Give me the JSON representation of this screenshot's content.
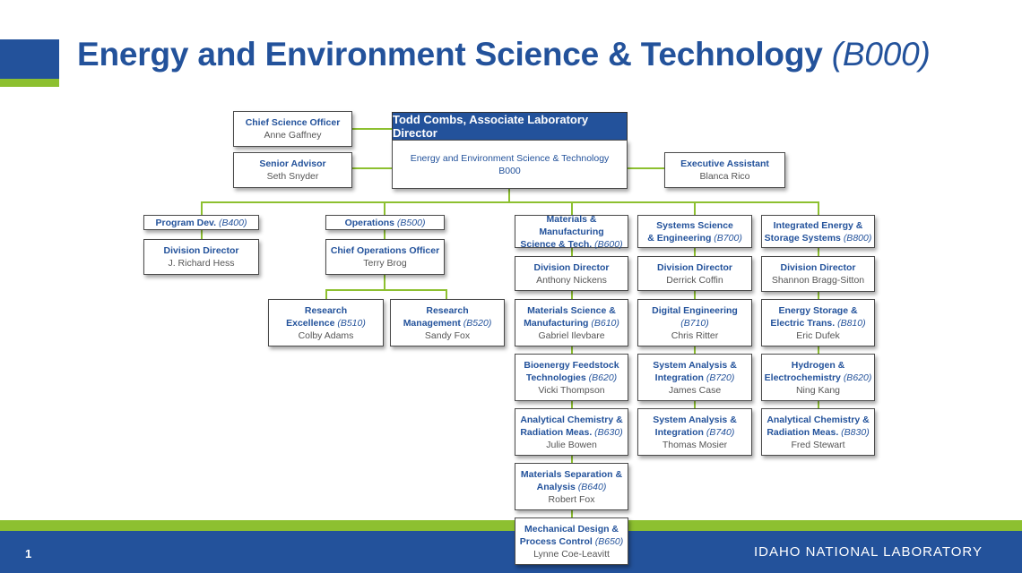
{
  "slide": {
    "title": "Energy and Environment Science & Technology",
    "title_code": "(B000)",
    "page_number": "1",
    "footer_brand": "IDAHO NATIONAL LABORATORY",
    "colors": {
      "primary_blue": "#23529b",
      "accent_green": "#8dc030"
    }
  },
  "org": {
    "director": {
      "name_title": "Todd Combs, Associate Laboratory Director",
      "org_name": "Energy and Environment Science & Technology",
      "org_code": "B000"
    },
    "chief_science_officer": {
      "role": "Chief Science Officer",
      "name": "Anne Gaffney"
    },
    "senior_advisor": {
      "role": "Senior Advisor",
      "name": "Seth Snyder"
    },
    "executive_assistant": {
      "role": "Executive Assistant",
      "name": "Blanca Rico"
    },
    "program_dev": {
      "label": "Program Dev.",
      "code": "(B400)",
      "lead_role": "Division Director",
      "lead_name": "J. Richard Hess"
    },
    "operations": {
      "label": "Operations",
      "code": "(B500)",
      "lead_role": "Chief Operations Officer",
      "lead_name": "Terry Brog",
      "units": [
        {
          "line1": "Research",
          "line2": "Excellence",
          "code": "(B510)",
          "name": "Colby Adams"
        },
        {
          "line1": "Research",
          "line2": "Management",
          "code": "(B520)",
          "name": "Sandy Fox"
        }
      ]
    },
    "b600": {
      "line1": "Materials & Manufacturing",
      "line2": "Science & Tech.",
      "code": "(B600)",
      "lead_role": "Division Director",
      "lead_name": "Anthony Nickens",
      "units": [
        {
          "line1": "Materials Science &",
          "line2": "Manufacturing",
          "code": "(B610)",
          "name": "Gabriel Ilevbare"
        },
        {
          "line1": "Bioenergy Feedstock",
          "line2": "Technologies",
          "code": "(B620)",
          "name": "Vicki Thompson"
        },
        {
          "line1": "Analytical Chemistry &",
          "line2": "Radiation Meas.",
          "code": "(B630)",
          "name": "Julie Bowen"
        },
        {
          "line1": "Materials Separation &",
          "line2": "Analysis",
          "code": "(B640)",
          "name": "Robert Fox"
        },
        {
          "line1": "Mechanical Design &",
          "line2": "Process Control",
          "code": "(B650)",
          "name": "Lynne Coe-Leavitt"
        }
      ]
    },
    "b700": {
      "line1": "Systems Science",
      "line2": "& Engineering",
      "code": "(B700)",
      "lead_role": "Division Director",
      "lead_name": "Derrick Coffin",
      "units": [
        {
          "line1": "Digital Engineering",
          "line2": "",
          "code": "(B710)",
          "name": "Chris Ritter"
        },
        {
          "line1": "System Analysis &",
          "line2": "Integration",
          "code": "(B720)",
          "name": "James Case"
        },
        {
          "line1": "System Analysis &",
          "line2": "Integration",
          "code": "(B740)",
          "name": "Thomas Mosier"
        }
      ]
    },
    "b800": {
      "line1": "Integrated Energy &",
      "line2": "Storage Systems",
      "code": "(B800)",
      "lead_role": "Division Director",
      "lead_name": "Shannon Bragg-Sitton",
      "units": [
        {
          "line1": "Energy Storage &",
          "line2": "Electric Trans.",
          "code": "(B810)",
          "name": "Eric Dufek"
        },
        {
          "line1": "Hydrogen &",
          "line2": "Electrochemistry",
          "code": "(B620)",
          "name": "Ning Kang"
        },
        {
          "line1": "Analytical Chemistry &",
          "line2": "Radiation Meas.",
          "code": "(B830)",
          "name": "Fred Stewart"
        }
      ]
    }
  }
}
